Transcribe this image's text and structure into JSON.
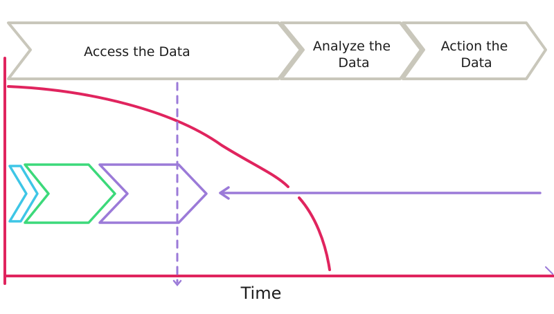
{
  "stages": [
    {
      "id": "access",
      "lines": [
        "Access the Data"
      ]
    },
    {
      "id": "analyze",
      "lines": [
        "Analyze the",
        "Data"
      ]
    },
    {
      "id": "action",
      "lines": [
        "Action the",
        "Data"
      ]
    }
  ],
  "axis": {
    "x_label": "Time"
  },
  "colors": {
    "stage_outline": "#c9c7bb",
    "axis": "#e0245e",
    "curve": "#e0245e",
    "chevron_cyan": "#3ec6e6",
    "chevron_green": "#3cd97a",
    "chevron_purple": "#9b7ad8",
    "dashed_marker": "#9b7ad8",
    "arrow": "#9b7ad8"
  }
}
